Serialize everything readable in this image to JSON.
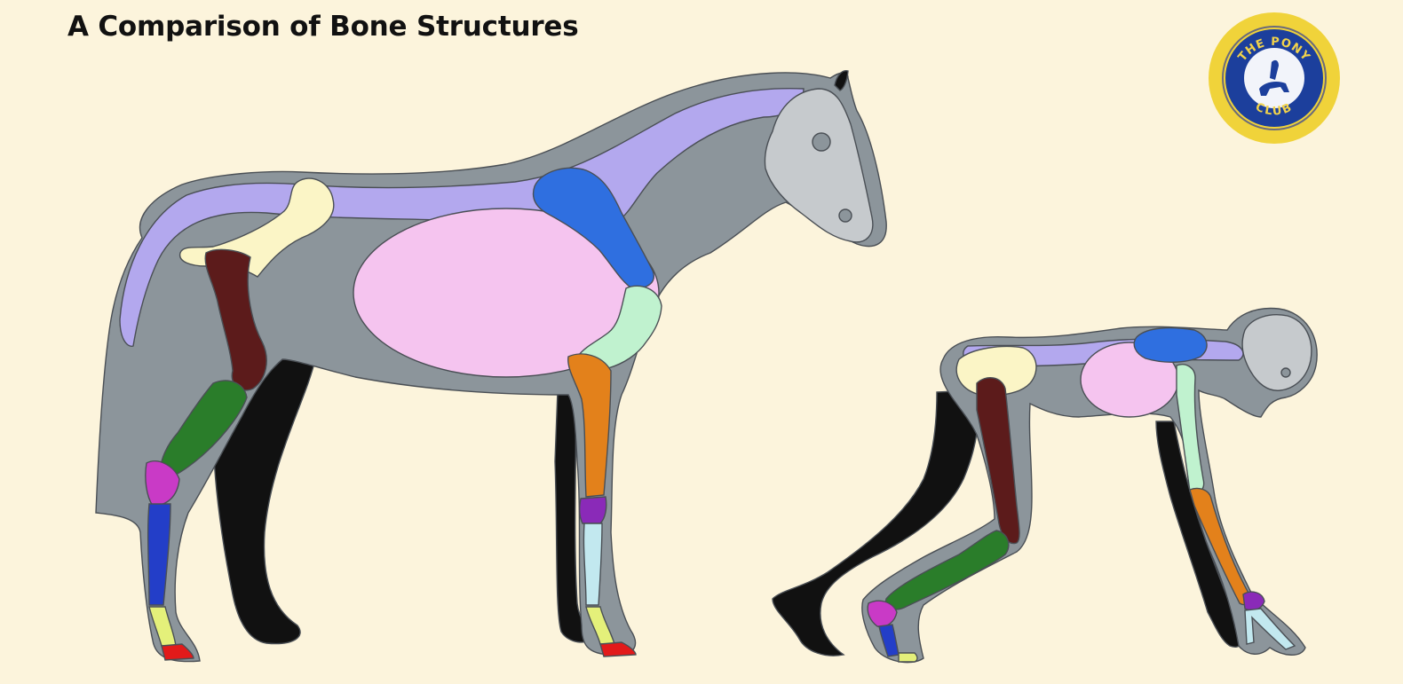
{
  "page": {
    "title": "A Comparison of Bone Structures"
  },
  "logo": {
    "text_top": "THE PONY",
    "text_bottom": "CLUB"
  },
  "colors": {
    "background": "#fcf4dc",
    "body_outline": "#8c959b",
    "spine": "#b3a8ee",
    "rib_cage": "#f5c4ef",
    "scapula": "#2f6fe0",
    "humerus": "#c0f2cf",
    "radius_ulna": "#e3811b",
    "carpus": "#8a2ab8",
    "cannon_fore": "#c2e8ef",
    "pastern": "#e4f07a",
    "hoof": "#e21a1a",
    "pelvis": "#fbf5c6",
    "femur": "#5c1b1b",
    "tibia": "#2a7d2a",
    "hock": "#c93ac6",
    "cannon_hind": "#233ec8",
    "far_leg": "#111111",
    "skull": "#c6cacd",
    "logo_ring": "#f0d33a",
    "logo_disc": "#1c3f9c"
  }
}
